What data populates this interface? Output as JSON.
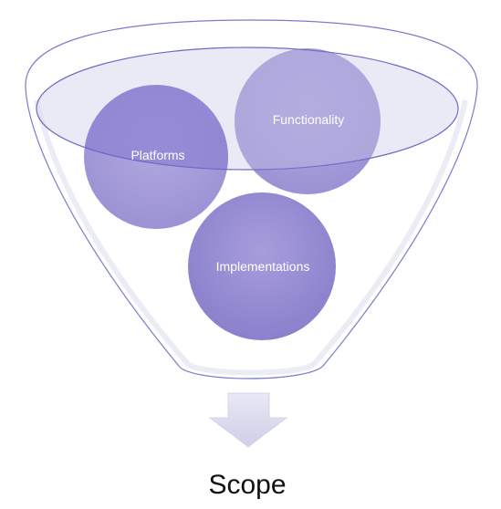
{
  "diagram": {
    "inputs": [
      {
        "label": "Platforms"
      },
      {
        "label": "Functionality"
      },
      {
        "label": "Implementations"
      }
    ],
    "output": {
      "label": "Scope"
    }
  },
  "colors": {
    "funnel_stroke": "#7b7bd0",
    "funnel_fill": "#e6e6f4",
    "circle_fill": "#8f84cf",
    "circle_fill_dark": "#6c5fc7",
    "arrow_fill": "#dcdcee",
    "label_text": "#ffffff"
  }
}
